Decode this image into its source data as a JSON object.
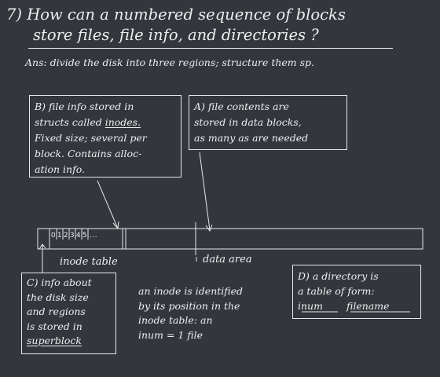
{
  "title": {
    "line1": "7) How can a numbered sequence of blocks",
    "line2": "store files, file info, and directories ?"
  },
  "answer": "Ans: divide the disk into three regions; structure them sp.",
  "notes": {
    "b": {
      "line1": "B) file info stored in",
      "line2_prefix": "structs called ",
      "line2_underlined": "inodes.",
      "line3": "Fixed size; several per",
      "line4": "block. Contains alloc-",
      "line5": "ation info."
    },
    "a": {
      "line1": "A) file contents are",
      "line2": "stored in data blocks,",
      "line3": "as many as are needed"
    },
    "c": {
      "line1": "C) info about",
      "line2": "the disk size",
      "line3": "and regions",
      "line4": "is stored in",
      "line5_underlined": "superblock"
    },
    "d": {
      "line1": "D) a directory is",
      "line2": "a table of form:",
      "col1": "inum",
      "col2": "filename"
    }
  },
  "disk": {
    "cells": [
      "0",
      "1",
      "2",
      "3",
      "4",
      "5"
    ],
    "ellipsis": "...",
    "inode_table_label": "inode table",
    "data_area_label": "data area"
  },
  "inode_text": {
    "line1": "an inode is identified",
    "line2": "by its position in the",
    "line3": "inode table: an",
    "line4": "inum = 1 file"
  },
  "colors": {
    "background": "#34363c",
    "ink": "#eceff0"
  }
}
